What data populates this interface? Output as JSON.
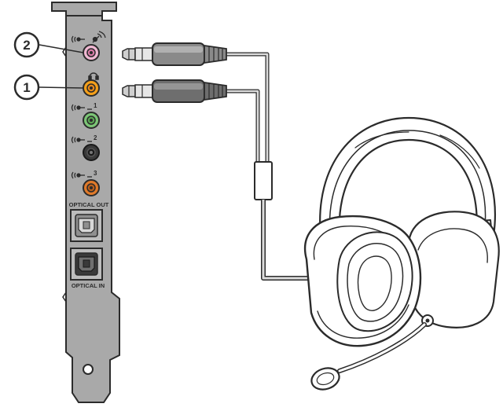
{
  "callouts": [
    {
      "number": "2",
      "target": "pink microphone jack"
    },
    {
      "number": "1",
      "target": "orange headphone jack"
    }
  ],
  "jacks": [
    {
      "color": "#e8a3c4",
      "icon": "microphone-icon"
    },
    {
      "color": "#f5a01a",
      "icon": "headphone-icon"
    },
    {
      "color": "#7cc576",
      "icon": "speaker-icon",
      "index": "1"
    },
    {
      "color": "#2a2a2a",
      "icon": "speaker-icon",
      "index": "2"
    },
    {
      "color": "#e07a2a",
      "icon": "speaker-icon",
      "index": "3"
    }
  ],
  "optical_out_label": "OPTICAL OUT",
  "optical_in_label": "OPTICAL IN",
  "colors": {
    "bracket": "#a9a9a9",
    "bracket_outline": "#2b2b2b",
    "plug": "#8a8a8a",
    "cable": "#c8c8c8"
  }
}
